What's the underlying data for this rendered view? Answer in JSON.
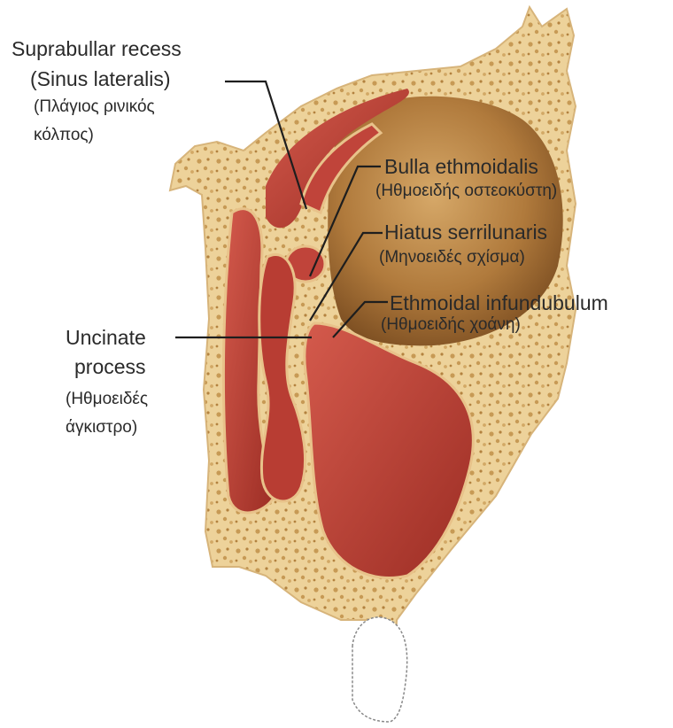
{
  "labels": {
    "suprabullar": {
      "en1": "Suprabullar recess",
      "en2": "(Sinus lateralis)",
      "gr1": "(Πλάγιος ρινικός",
      "gr2": "κόλπος)"
    },
    "bulla": {
      "en": "Bulla ethmoidalis",
      "gr": "(Ηθμοειδής οστεοκύστη)"
    },
    "hiatus": {
      "en": "Hiatus serrilunaris",
      "gr": "(Μηνοειδές σχίσμα)"
    },
    "infundibulum": {
      "en": "Ethmoidal infundubulum",
      "gr": "(Ηθμοειδής χοάνη)"
    },
    "uncinate": {
      "en1": "Uncinate",
      "en2": "process",
      "gr1": "(Ηθμοειδές",
      "gr2": "άγκιστρο)"
    }
  },
  "colors": {
    "bone": "#edd29a",
    "bone_pore": "#c79a55",
    "mucosa": "#c0443a",
    "mucosa_dark": "#9c2d24",
    "sinus": "#b07a3c",
    "sinus_light": "#d6a868",
    "leader": "#1e1e1e"
  }
}
